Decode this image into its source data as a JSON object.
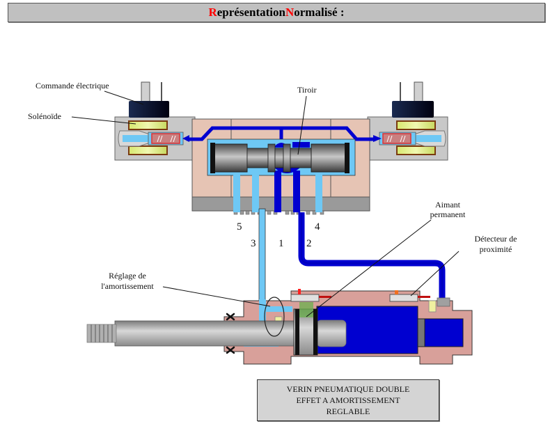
{
  "title": {
    "first_letter_1": "R",
    "rest_1": "eprésentation ",
    "first_letter_2": "N",
    "rest_2": "ormalisé :"
  },
  "labels": {
    "commande_electrique": "Commande électrique",
    "solenoide": "Solénoïde",
    "tiroir": "Tiroir",
    "aimant_line1": "Aimant",
    "aimant_line2": "permanent",
    "detecteur_line1": "Détecteur de",
    "detecteur_line2": "proximité",
    "reglage_line1": "Réglage de",
    "reglage_line2": "l'amortissement"
  },
  "ports": {
    "p5": "5",
    "p4": "4",
    "p3": "3",
    "p1": "1",
    "p2": "2"
  },
  "caption": {
    "line1": "VERIN PNEUMATIQUE DOUBLE",
    "line2": "EFFET A AMORTISSEMENT",
    "line3": "REGLABLE"
  },
  "colors": {
    "title_accent": "#ff0000",
    "pressure_blue": "#0000d0",
    "exhaust_blue": "#6ec8f5",
    "body_pink": "#e6c4b4",
    "cylinder_pink": "#d8a09a",
    "base_grey": "#9a9a9a"
  }
}
